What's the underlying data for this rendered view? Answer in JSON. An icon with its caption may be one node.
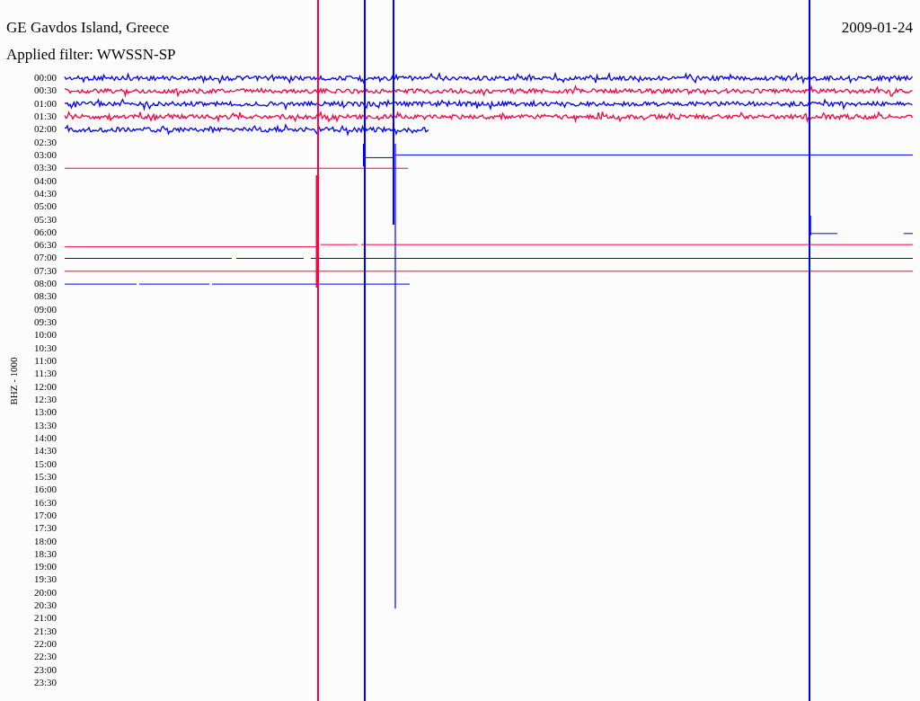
{
  "diagram": {
    "title": "GE Gavdos Island, Greece",
    "labels": [
      "2009-01-24",
      "Applied filter: WWSSN-SP",
      "00:00",
      "00:30",
      "01:00",
      "01:30",
      "02:00",
      "02:30",
      "03:00",
      "03:30",
      "04:00",
      "04:30",
      "05:00",
      "05:30",
      "06:00",
      "06:30",
      "07:00",
      "07:30",
      "08:00",
      "08:30",
      "09:00",
      "09:30",
      "10:00",
      "10:30",
      "11:00",
      "11:30",
      "12:00",
      "12:30",
      "13:00",
      "13:30",
      "14:00",
      "14:30",
      "15:00",
      "15:30",
      "16:00",
      "16:30",
      "17:00",
      "17:30",
      "18:00",
      "18:30",
      "19:00",
      "19:30",
      "20:00",
      "20:30",
      "21:00",
      "21:30",
      "22:00",
      "22:30",
      "23:00",
      "23:30",
      "BHZ - 1000"
    ]
  }
}
